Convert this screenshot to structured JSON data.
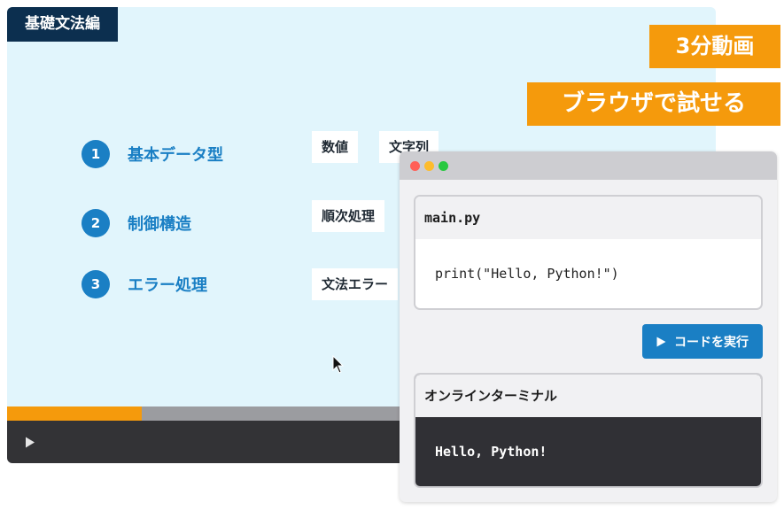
{
  "player": {
    "course_badge": "基礎文法編",
    "topics": [
      {
        "num": "1",
        "title": "基本データ型",
        "tags": [
          "数値",
          "文字列"
        ]
      },
      {
        "num": "2",
        "title": "制御構造",
        "tags": [
          "順次処理"
        ]
      },
      {
        "num": "3",
        "title": "エラー処理",
        "tags": [
          "文法エラー"
        ]
      }
    ],
    "progress": 0.19,
    "play_icon": "play-icon",
    "cursor_icon": "mouse-cursor-icon"
  },
  "features": {
    "video": "3分動画",
    "browser": "ブラウザで試せる"
  },
  "browser": {
    "editor_filename": "main.py",
    "code": "print(\"Hello, Python!\")",
    "run_button": "コードを実行",
    "terminal_title": "オンラインターミナル",
    "terminal_output": "Hello, Python!"
  },
  "colors": {
    "accent_blue": "#1a7fc4",
    "accent_orange": "#f59a0c",
    "badge_navy": "#0c2f4f",
    "slide_bg": "#e1f5fc"
  }
}
